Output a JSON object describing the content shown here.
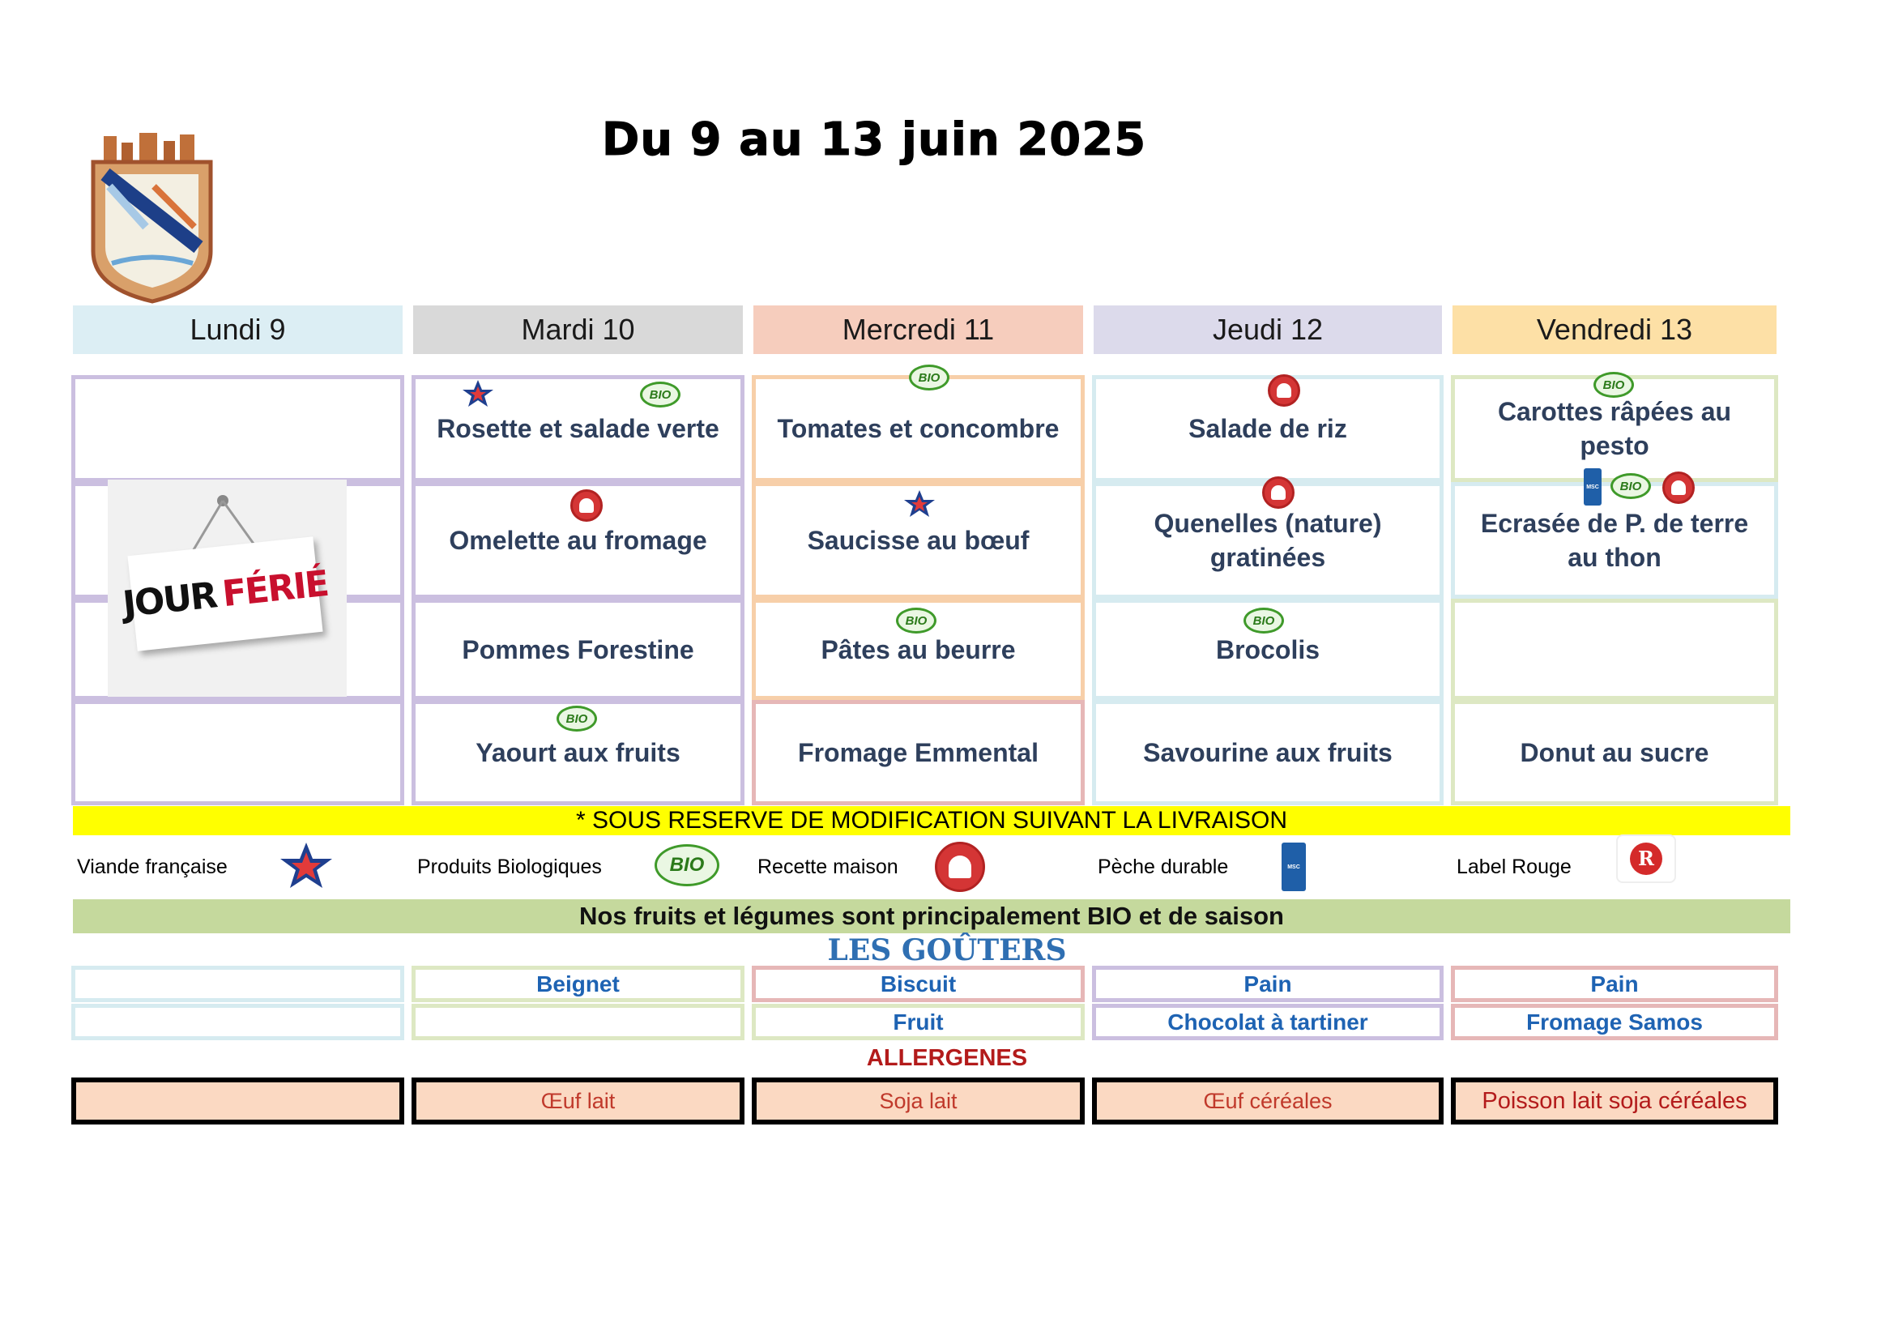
{
  "title": "Du  9 au 13 juin 2025",
  "colors": {
    "lundi": "#dceef4",
    "mardi": "#d9d9d9",
    "mercredi": "#f6cdbd",
    "jeudi": "#dcdaeb",
    "vendredi": "#fde0a6"
  },
  "days": [
    "Lundi 9",
    "Mardi 10",
    "Mercredi 11",
    "Jeudi 12",
    "Vendredi 13"
  ],
  "ferie": {
    "word1": "JOUR",
    "word2": "FÉRIÉ"
  },
  "menu": {
    "mardi": [
      "Rosette et salade verte",
      "Omelette au fromage",
      "Pommes Forestine",
      "Yaourt aux fruits"
    ],
    "mercredi": [
      "Tomates et concombre",
      "Saucisse au bœuf",
      "Pâtes au beurre",
      "Fromage Emmental"
    ],
    "jeudi": [
      "Salade de riz",
      "Quenelles (nature) gratinées",
      "Brocolis",
      "Savourine aux fruits"
    ],
    "vendredi": [
      "Carottes râpées au pesto",
      "Ecrasée de P.  de terre au thon",
      "",
      "Donut au sucre"
    ]
  },
  "badges": {
    "bio": "BIO",
    "vf": "VIANDES DE FRANCE",
    "msc": "PÊCHE DURABLE MSC",
    "lr": "R"
  },
  "notice": "* SOUS RESERVE DE MODIFICATION SUIVANT LA LIVRAISON",
  "legend": [
    "Viande française",
    "Produits Biologiques",
    "Recette maison",
    "Pèche durable",
    "Label Rouge"
  ],
  "fruits_banner": "Nos fruits et légumes sont principalement BIO et de saison",
  "gouters_title": "LES GOÛTERS",
  "gouters": {
    "row1": [
      "",
      "Beignet",
      "Biscuit",
      "Pain",
      "Pain"
    ],
    "row2": [
      "",
      "",
      "Fruit",
      "Chocolat à tartiner",
      "Fromage Samos"
    ]
  },
  "allergenes_title": "ALLERGENES",
  "allergenes": [
    "",
    "Œuf  lait",
    "Soja lait",
    "Œuf céréales",
    "Poisson lait soja céréales"
  ]
}
